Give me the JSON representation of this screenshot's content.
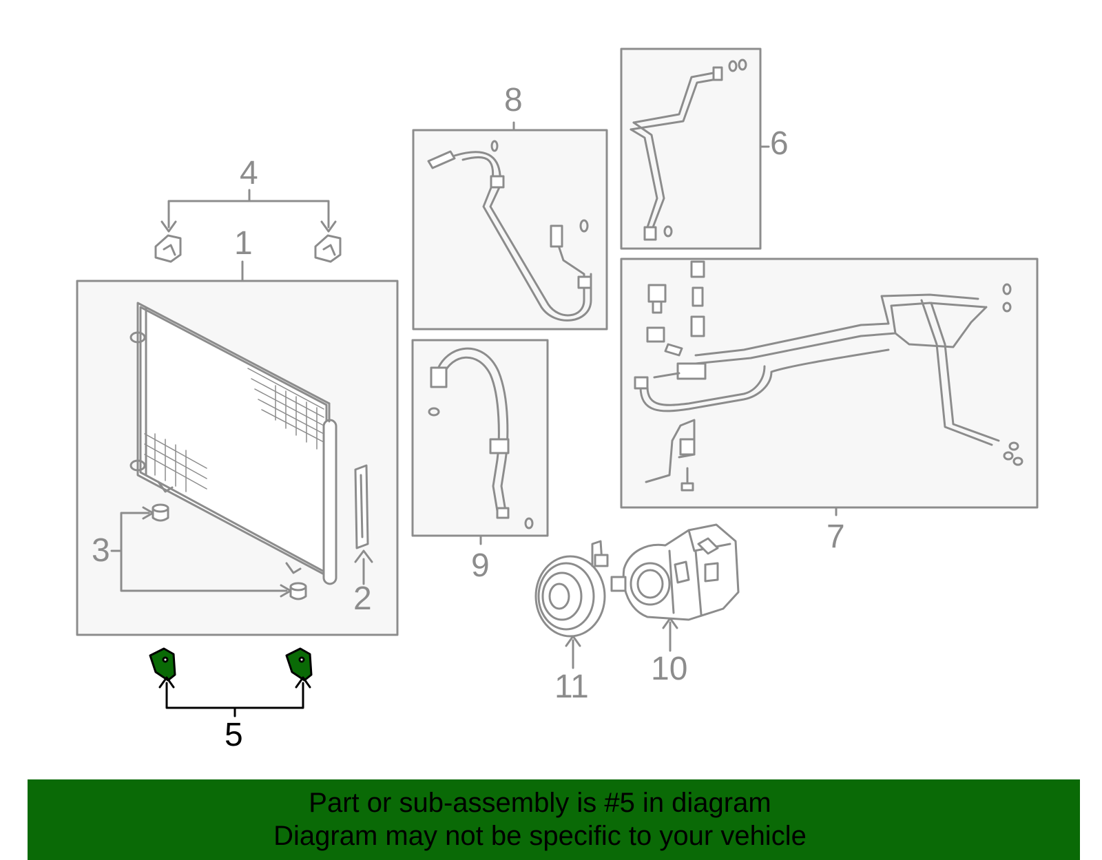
{
  "callouts": {
    "c1": "1",
    "c2": "2",
    "c3": "3",
    "c4": "4",
    "c5": "5",
    "c6": "6",
    "c7": "7",
    "c8": "8",
    "c9": "9",
    "c10": "10",
    "c11": "11"
  },
  "highlighted_callout": "5",
  "banner": {
    "line1": "Part or sub-assembly is #5 in diagram",
    "line2": "Diagram may not be specific to your vehicle"
  },
  "colors": {
    "highlight_part": "#0a6a06",
    "banner_bg": "#0a6a06",
    "line_art": "#8c8c8c",
    "panel_fill": "#f7f7f7"
  }
}
